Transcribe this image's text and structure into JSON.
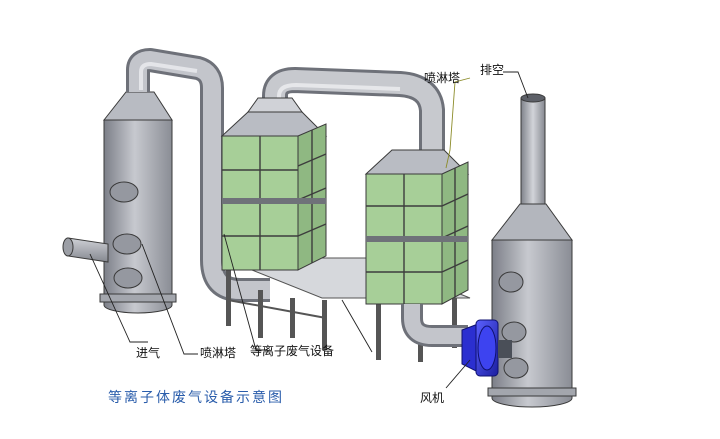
{
  "labels": {
    "inlet": "进气",
    "spray_tower_left": "喷淋塔",
    "plasma_equipment": "等离子废气设备",
    "spray_tower_right": "喷淋塔",
    "exhaust": "排空",
    "fan": "风机"
  },
  "caption": "等离子体废气设备示意图",
  "colors": {
    "metal": "#a9acb4",
    "panel": "#a7cf98",
    "fan": "#2b2fd0",
    "caption": "#2a5dab",
    "leader_right_tower": "#8c8c2a"
  }
}
